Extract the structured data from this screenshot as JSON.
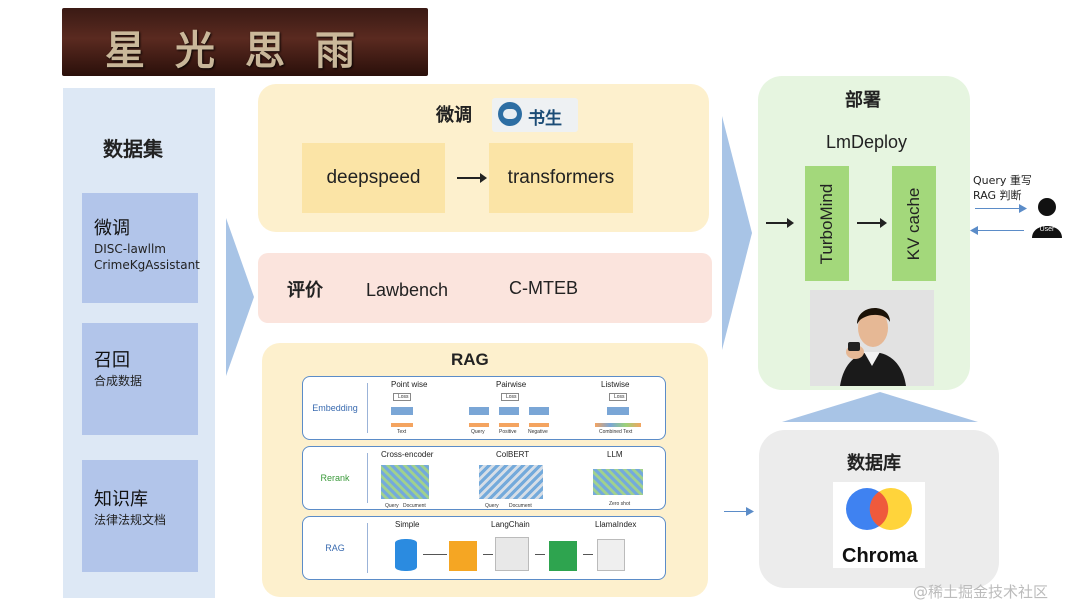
{
  "banner": {
    "text": "星光思雨"
  },
  "dataset": {
    "title": "数据集",
    "cards": [
      {
        "heading": "微调",
        "lines": [
          "DISC-lawllm",
          "CrimeKgAssistant"
        ]
      },
      {
        "heading": "召回",
        "lines": [
          "合成数据"
        ]
      },
      {
        "heading": "知识库",
        "lines": [
          "法律法规文档"
        ]
      }
    ]
  },
  "finetune": {
    "title": "微调",
    "logo_text": "书生",
    "tools": [
      "deepspeed",
      "transformers"
    ]
  },
  "evaluation": {
    "title": "评价",
    "benchmarks": [
      "Lawbench",
      "C-MTEB"
    ]
  },
  "rag": {
    "title": "RAG",
    "rows": [
      {
        "label": "Embedding",
        "items": [
          "Point wise",
          "Pairwise",
          "Listwise"
        ],
        "tiny": [
          "Loss",
          "Text",
          "Loss",
          "Query",
          "Positive",
          "Negative",
          "Loss",
          "Combined Text"
        ]
      },
      {
        "label": "Rerank",
        "items": [
          "Cross-encoder",
          "ColBERT",
          "LLM"
        ],
        "tiny": [
          "Query",
          "Document",
          "Query",
          "Document",
          "Zero shot"
        ]
      },
      {
        "label": "RAG",
        "items": [
          "Simple",
          "LangChain",
          "LlamaIndex"
        ]
      }
    ]
  },
  "deploy": {
    "title": "部署",
    "framework": "LmDeploy",
    "engine": "TurboMind",
    "cache": "KV cache"
  },
  "query": {
    "line1": "Query 重写",
    "line2": "RAG 判断",
    "user_label": "User"
  },
  "database": {
    "title": "数据库",
    "product": "Chroma"
  },
  "watermark": "@稀土掘金技术社区",
  "colors": {
    "dataset_panel": "#dde8f5",
    "dataset_card": "#b2c5ea",
    "finetune_panel": "#fdf0cd",
    "finetune_box": "#fbe4a6",
    "eval_panel": "#fbe4dd",
    "deploy_panel": "#e6f5e0",
    "deploy_box": "#a3d87b",
    "database_panel": "#ececec",
    "arrow_blue": "#a8c4e6"
  }
}
